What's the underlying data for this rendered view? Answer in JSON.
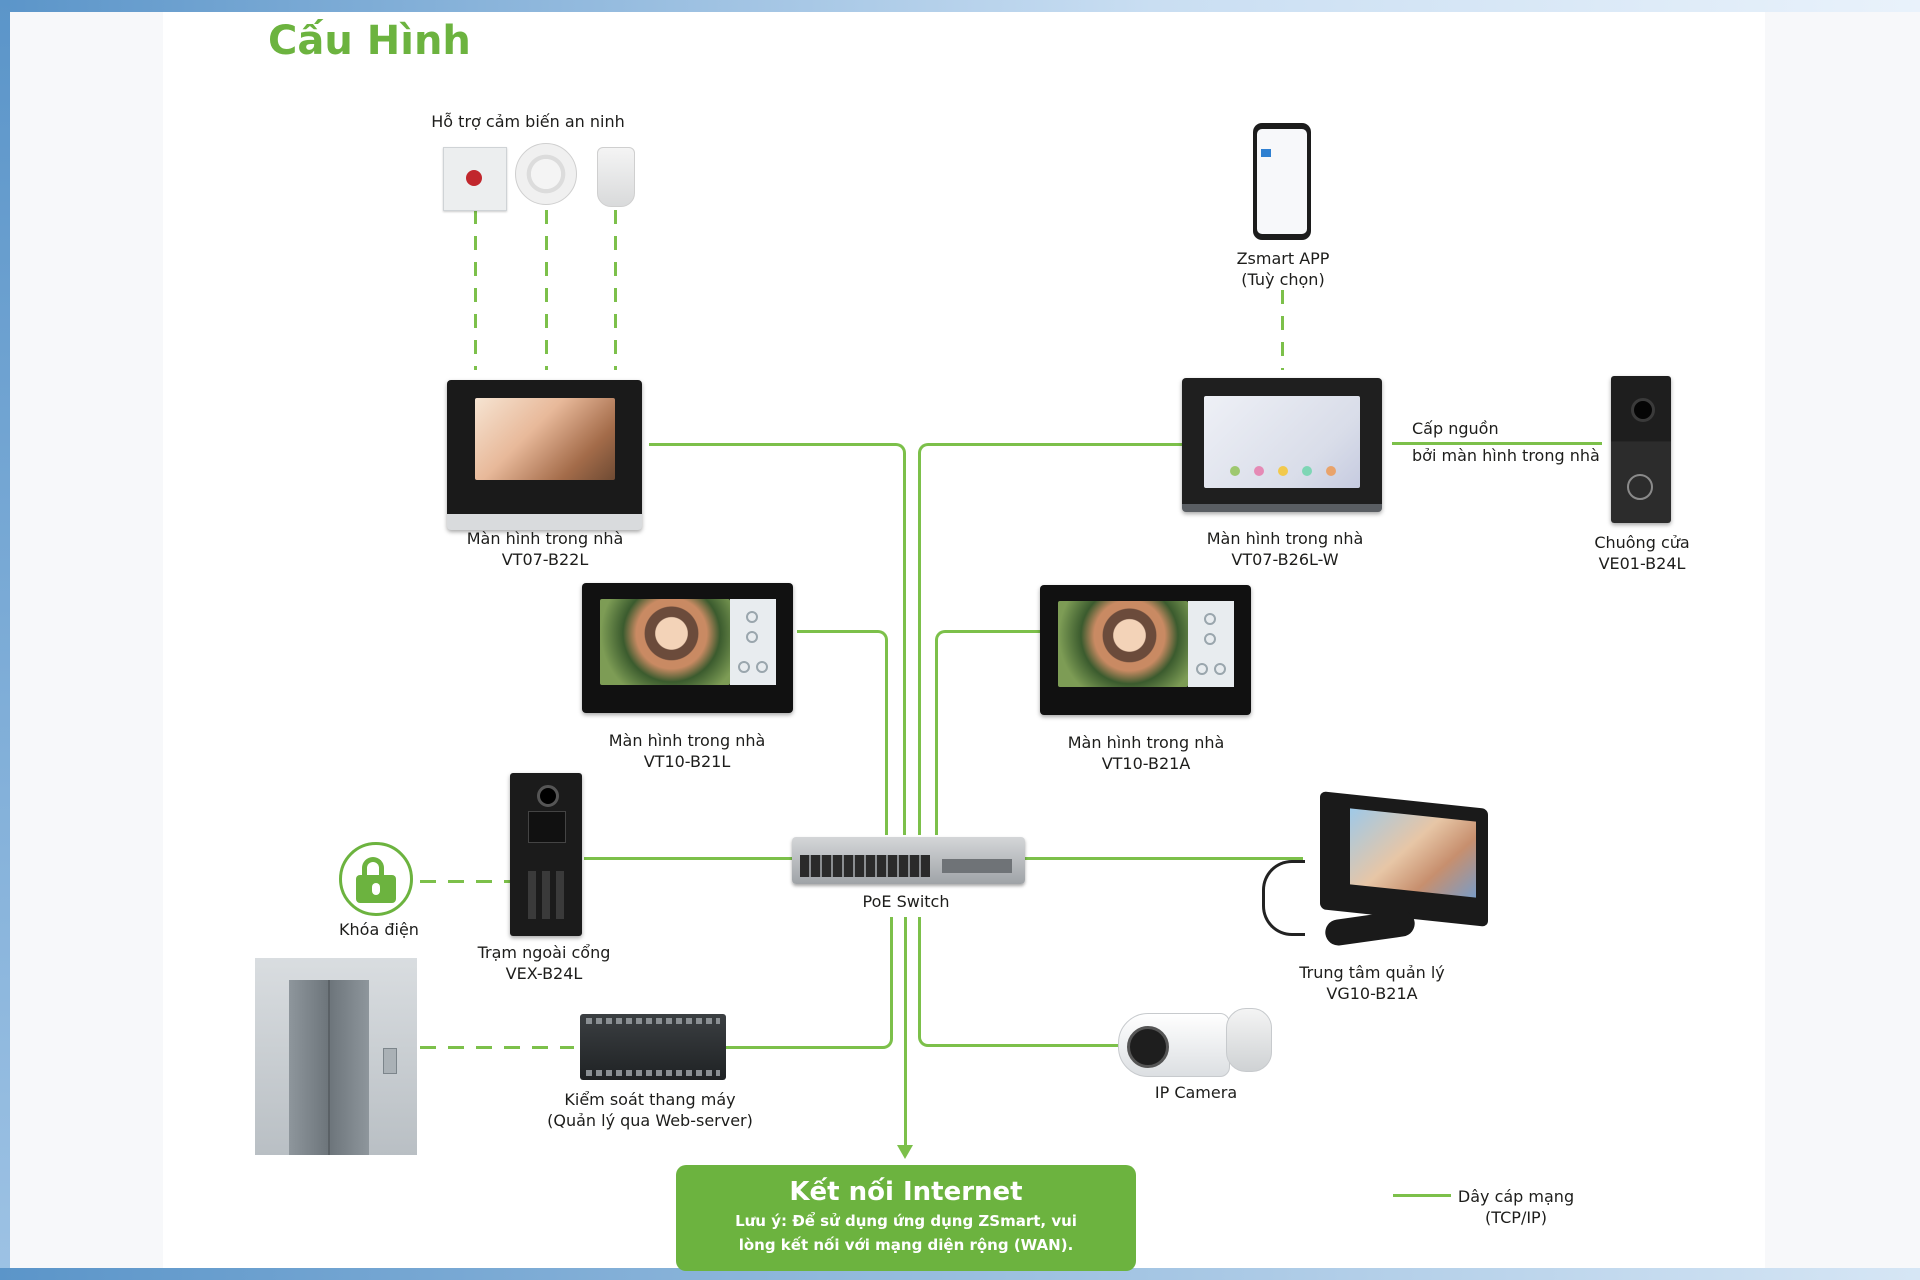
{
  "title": "Cấu Hình",
  "security_sensors": {
    "label": "Hỗ trợ cảm biến an ninh"
  },
  "app": {
    "line1": "Zsmart APP",
    "line2": "(Tuỳ chọn)"
  },
  "power_note": {
    "line1": "Cấp nguồn",
    "line2": "bởi màn hình trong nhà"
  },
  "devices": {
    "vt07_b22l": {
      "line1": "Màn hình trong nhà",
      "line2": "VT07-B22L"
    },
    "vt07_b26l_w": {
      "line1": "Màn hình trong nhà",
      "line2": "VT07-B26L-W"
    },
    "ve01_b24l": {
      "line1": "Chuông cửa",
      "line2": "VE01-B24L"
    },
    "vt10_b21l": {
      "line1": "Màn hình trong nhà",
      "line2": "VT10-B21L"
    },
    "vt10_b21a": {
      "line1": "Màn hình trong nhà",
      "line2": "VT10-B21A"
    },
    "lock": {
      "line1": "Khóa điện"
    },
    "vex_b24l": {
      "line1": "Trạm ngoài cổng",
      "line2": "VEX-B24L"
    },
    "poe_switch": {
      "line1": "PoE Switch"
    },
    "vg10_b21a": {
      "line1": "Trung tâm quản lý",
      "line2": "VG10-B21A"
    },
    "ip_camera": {
      "line1": "IP Camera"
    },
    "elevator_control": {
      "line1": "Kiểm soát thang máy",
      "line2": "(Quản lý qua Web-server)"
    }
  },
  "internet_box": {
    "heading": "Kết nối Internet",
    "note_line1": "Lưu ý: Để sử dụng ứng dụng ZSmart, vui",
    "note_line2": "lòng kết nối với mạng diện rộng (WAN)."
  },
  "legend": {
    "line1": "Dây cáp mạng",
    "line2": "(TCP/IP)"
  },
  "colors": {
    "accent_green": "#6cb33f",
    "wire_green": "#7cc04a",
    "frame_blue": "#5b95c9"
  }
}
